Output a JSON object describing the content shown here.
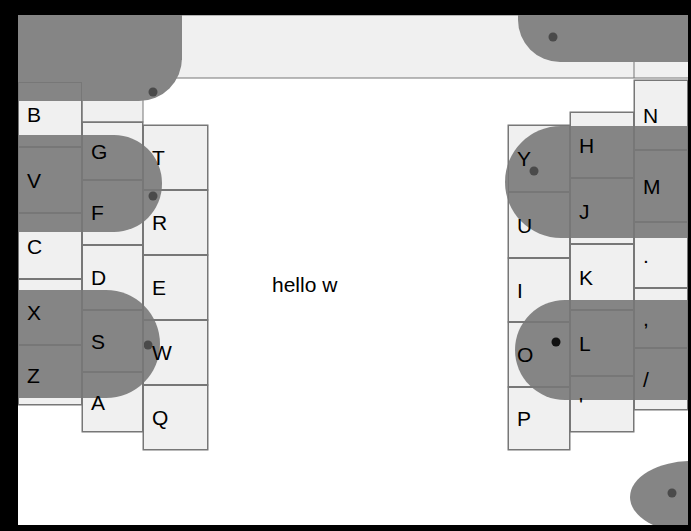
{
  "diagram": {
    "nodes": [
      {
        "text": [
          "B"
        ]
      },
      {
        "text": [
          "V"
        ]
      },
      {
        "text": [
          "C"
        ]
      },
      {
        "text": [
          "X"
        ]
      },
      {
        "text": [
          "Z"
        ]
      },
      {
        "text": [
          "G"
        ]
      },
      {
        "text": [
          "F"
        ]
      },
      {
        "text": [
          "D"
        ]
      },
      {
        "text": [
          "S"
        ]
      },
      {
        "text": [
          "A"
        ]
      },
      {
        "text": [
          "T"
        ]
      },
      {
        "text": [
          "R"
        ]
      },
      {
        "text": [
          "E"
        ]
      },
      {
        "text": [
          "W"
        ]
      },
      {
        "text": [
          "Q"
        ]
      },
      {
        "text": [
          "Y"
        ]
      },
      {
        "text": [
          "U"
        ]
      },
      {
        "text": [
          "I"
        ]
      },
      {
        "text": [
          "O"
        ]
      },
      {
        "text": [
          "P"
        ]
      },
      {
        "text": [
          "H"
        ]
      },
      {
        "text": [
          "J"
        ]
      },
      {
        "text": [
          "K"
        ]
      },
      {
        "text": [
          "L"
        ]
      },
      {
        "text": [
          "'"
        ]
      },
      {
        "text": [
          "N"
        ]
      },
      {
        "text": [
          "M"
        ]
      },
      {
        "text": [
          "."
        ]
      },
      {
        "text": [
          ","
        ]
      },
      {
        "text": [
          "/"
        ]
      }
    ],
    "labels": [
      "hello w"
    ]
  }
}
